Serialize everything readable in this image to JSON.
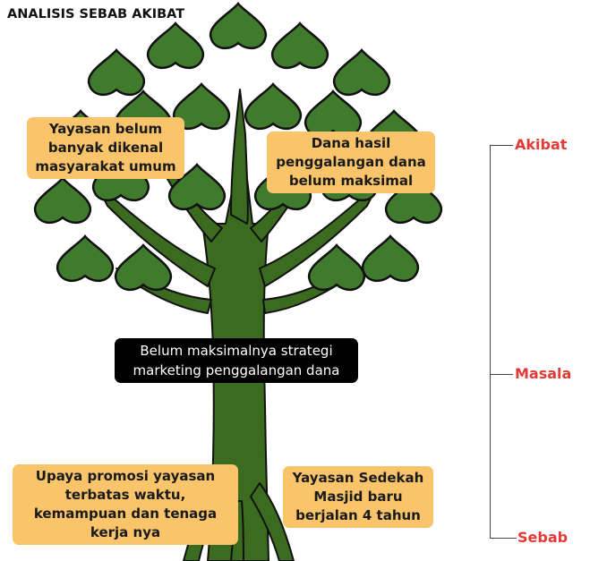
{
  "title": "ANALISIS SEBAB AKIBAT",
  "boxes": {
    "akibat_left": "Yayasan belum banyak dikenal masyarakat umum",
    "akibat_right": "Dana hasil penggalangan dana belum maksimal",
    "masalah": "Belum maksimalnya strategi marketing penggalangan dana",
    "sebab_left": "Upaya promosi yayasan terbatas waktu, kemampuan dan tenaga kerja nya",
    "sebab_right": "Yayasan Sedekah Masjid baru berjalan 4 tahun"
  },
  "labels": {
    "akibat": "Akibat",
    "masalah": "Masala",
    "sebab": "Sebab"
  },
  "colors": {
    "leaf": "#3f7a2d",
    "trunk": "#3b6b1f",
    "outline": "#111111",
    "box": "#f9c46a",
    "label": "#e53935"
  }
}
